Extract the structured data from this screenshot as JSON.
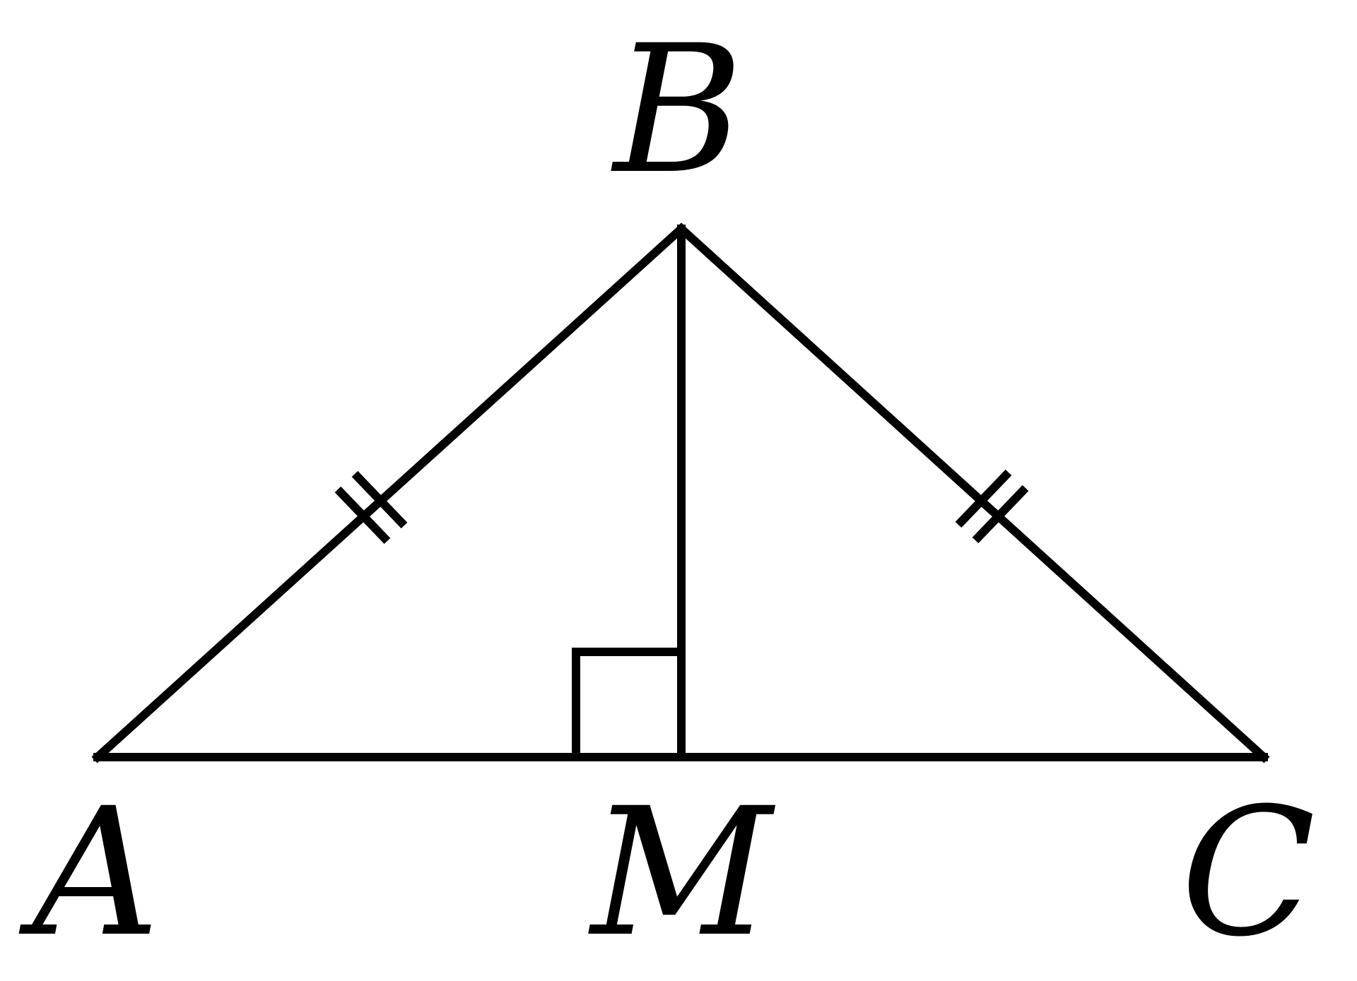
{
  "points": {
    "A": {
      "label": "A"
    },
    "B": {
      "label": "B"
    },
    "C": {
      "label": "C"
    },
    "M": {
      "label": "M"
    }
  },
  "segments": [
    "AB",
    "BC",
    "AC",
    "BM"
  ],
  "equal_marks": {
    "segments": [
      "AB",
      "BC"
    ],
    "ticks_per_segment": 2
  },
  "right_angle_at": "M",
  "colors": {
    "stroke": "#000000",
    "background": "#ffffff"
  }
}
